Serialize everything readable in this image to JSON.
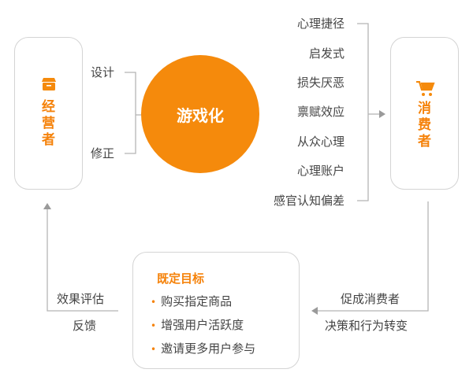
{
  "operator": {
    "title": [
      "经",
      "营",
      "者"
    ],
    "icon": "store-icon"
  },
  "consumer": {
    "title": [
      "消",
      "费",
      "者"
    ],
    "icon": "shopping-cart-icon"
  },
  "inputs": [
    "设计",
    "修正"
  ],
  "center": "游戏化",
  "mechanisms": [
    "心理捷径",
    "启发式",
    "损失厌恶",
    "禀赋效应",
    "从众心理",
    "心理账户",
    "感官认知偏差"
  ],
  "goals": {
    "title": "既定目标",
    "items": [
      "购买指定商品",
      "增强用户活跃度",
      "邀请更多用户参与"
    ]
  },
  "consumer_outcome": [
    "促成消费者",
    "决策和行为转变"
  ],
  "feedback": [
    "效果评估",
    "反馈"
  ],
  "colors": {
    "accent": "#f58a0c",
    "line": "#b5b5b5"
  }
}
